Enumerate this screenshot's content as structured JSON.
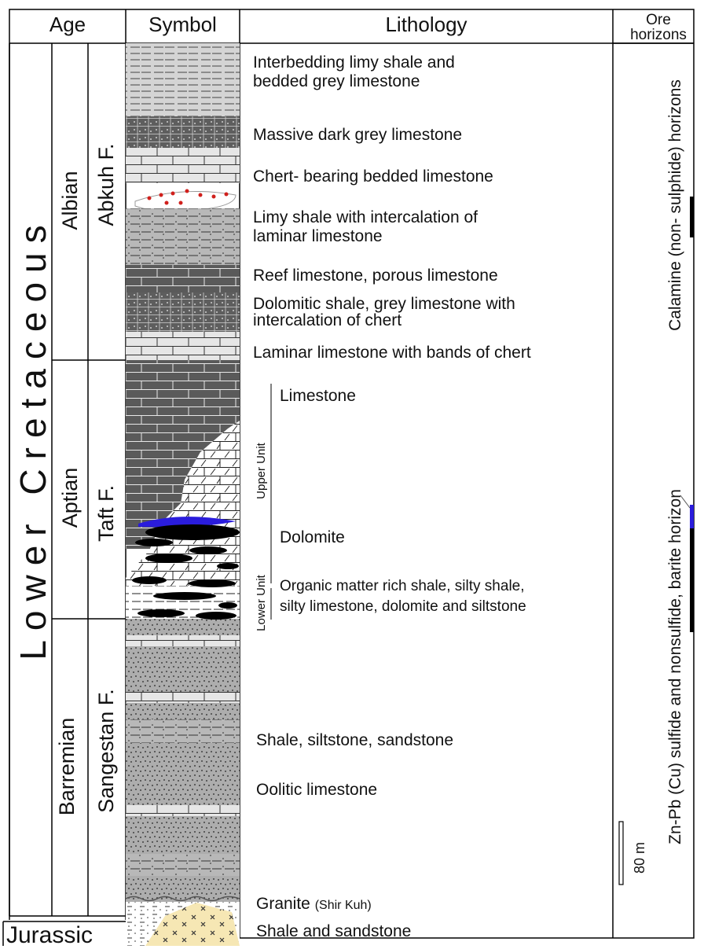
{
  "header": {
    "age": "Age",
    "symbol": "Symbol",
    "lithology": "Lithology",
    "ore_horizons": [
      "Ore",
      "horizons"
    ]
  },
  "age": {
    "period": "Lower Cretaceous",
    "stages": [
      "Albian",
      "Aptian",
      "Barremian"
    ],
    "formations": [
      "Abkuh F.",
      "Taft F.",
      "Sangestan F."
    ],
    "jurassic": "Jurassic"
  },
  "lithology": {
    "l1": "Interbedding limy shale and",
    "l1b": "bedded grey limestone",
    "l2": "Massive dark grey limestone",
    "l3": "Chert- bearing bedded limestone",
    "l4": "Limy shale with intercalation of",
    "l4b": "laminar limestone",
    "l5": "Reef limestone, porous limestone",
    "l6": "Dolomitic shale, grey limestone with",
    "l6b": "intercalation of chert",
    "l7": "Laminar limestone with bands of chert",
    "limestone": "Limestone",
    "dolomite": "Dolomite",
    "upper_unit": "Upper Unit",
    "lower_unit": "Lower Unit",
    "organic": "Organic matter rich shale, silty shale,",
    "organic_b": "silty limestone, dolomite and siltstone",
    "shale": "Shale, siltstone, sandstone",
    "oolitic": "Oolitic limestone",
    "granite": "Granite",
    "granite_note": "(Shir Kuh)",
    "shale_sand": "Shale and sandstone"
  },
  "ore": {
    "calamine": "Calamine (non- sulphide) horizons",
    "znpb": "Zn-Pb (Cu) sulfide and nonsulfide, barite horizon",
    "scale": "80 m"
  },
  "colors": {
    "dark": "#595959",
    "medium": "#a6a6a6",
    "light": "#d9d9d9",
    "barite": "#2a1cdc",
    "sulfide": "#000000",
    "granite": "#f6e7b4",
    "chert_dots": "#d0201c"
  }
}
